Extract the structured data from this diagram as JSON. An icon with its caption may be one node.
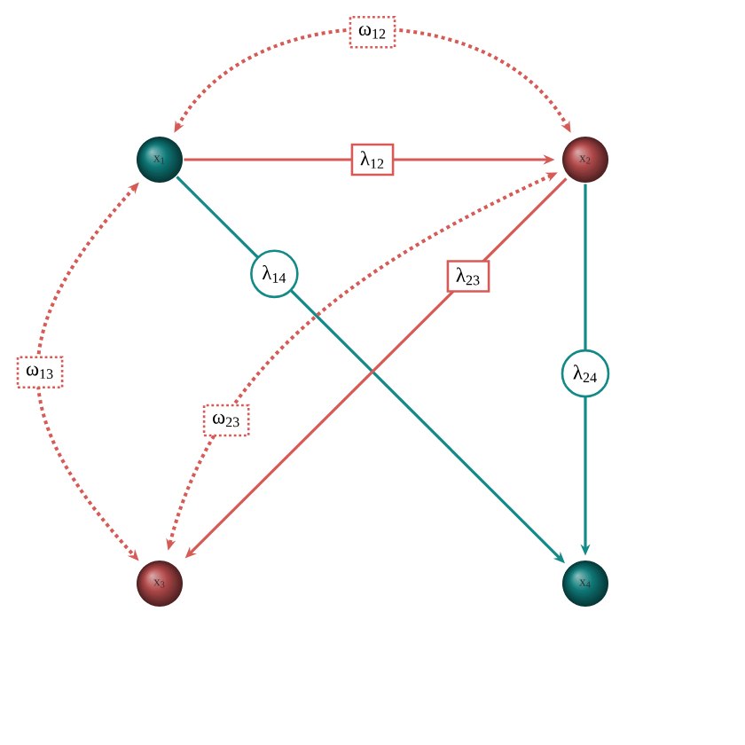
{
  "diagram": {
    "nodes": [
      {
        "text": [
          "x$_{1}$"
        ]
      },
      {
        "text": [
          "x$_{2}$"
        ]
      },
      {
        "text": [
          "x$_{3}$"
        ]
      },
      {
        "text": [
          "x$_{4}$"
        ]
      }
    ],
    "edges": [
      {
        "from": 0,
        "to": 1,
        "arrow": "to",
        "label": "λ$_{12}$"
      },
      {
        "from": 0,
        "to": 3,
        "arrow": "to",
        "label": "λ$_{14}$",
        "color": "#138a87"
      },
      {
        "from": 1,
        "to": 2,
        "arrow": "to",
        "label": "λ$_{23}$"
      },
      {
        "from": 1,
        "to": 3,
        "arrow": "to",
        "label": "λ$_{24}$",
        "color": "#138a87"
      },
      {
        "from": 0,
        "to": 1,
        "arrow": "both",
        "label": "ω$_{12}$",
        "style": "dashed"
      },
      {
        "from": 0,
        "to": 2,
        "arrow": "both",
        "label": "ω$_{13}$",
        "style": "dashed"
      },
      {
        "from": 1,
        "to": 2,
        "arrow": "both",
        "label": "ω$_{23}$",
        "style": "dashed"
      }
    ]
  }
}
